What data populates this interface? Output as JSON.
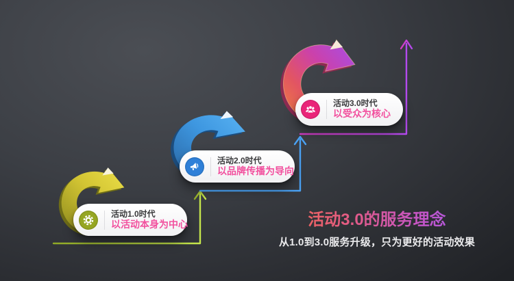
{
  "slide": {
    "headline": {
      "title": "活动3.0的服务理念",
      "subtitle": "从1.0到3.0服务升级，只为更好的活动效果"
    },
    "stages": [
      {
        "era": "活动1.0时代",
        "focus": "以活动本身为中心",
        "icon": "gear-icon",
        "accent_color": "#96a622",
        "arrow_color_main": "#d2c433",
        "step_line_color": "#b9d93c"
      },
      {
        "era": "活动2.0时代",
        "focus": "以品牌传播为导向",
        "icon": "megaphone-icon",
        "accent_color": "#2f80d8",
        "arrow_color_main": "#3e97e0",
        "step_line_color": "#4aa2f4"
      },
      {
        "era": "活动3.0时代",
        "focus": "以受众为核心",
        "icon": "people-group-icon",
        "accent_color": "#ea2579",
        "arrow_color_main": "#c94ab8",
        "step_line_color": "#c344ec"
      }
    ],
    "colors": {
      "focus_text": "#f2509e",
      "era_text": "#3a3a3c",
      "headline_gradient_start": "#f2684b",
      "headline_gradient_end": "#a45cf0",
      "subtitle_text": "#eaeaec",
      "background_center": "#4b4e54",
      "background_edge": "#1f2125"
    }
  }
}
